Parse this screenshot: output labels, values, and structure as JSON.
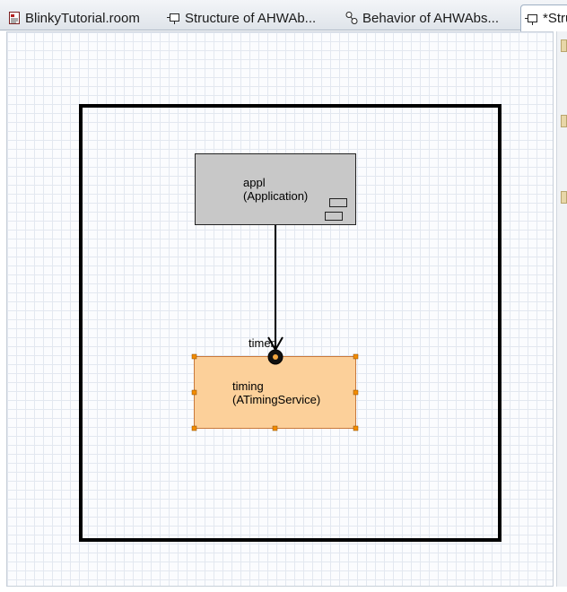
{
  "tabs": [
    {
      "label": "BlinkyTutorial.room",
      "icon": "room-file-icon",
      "active": false
    },
    {
      "label": "Structure of AHWAb...",
      "icon": "structure-icon",
      "active": false
    },
    {
      "label": "Behavior of AHWAbs...",
      "icon": "behavior-icon",
      "active": false
    },
    {
      "label": "*Stru",
      "icon": "structure-icon",
      "active": true
    }
  ],
  "diagram": {
    "actor_refs": [
      {
        "name": "appl",
        "type": "(Application)",
        "selected": false
      },
      {
        "name": "timing",
        "type": "(ATimingService)",
        "selected": true
      }
    ],
    "port_label": "timer",
    "colors": {
      "appl_fill": "#c8c8c8",
      "timing_fill": "#fcd09a",
      "selection_handle": "#f28c00",
      "frame": "#000000",
      "grid": "#e3e8f0"
    }
  }
}
